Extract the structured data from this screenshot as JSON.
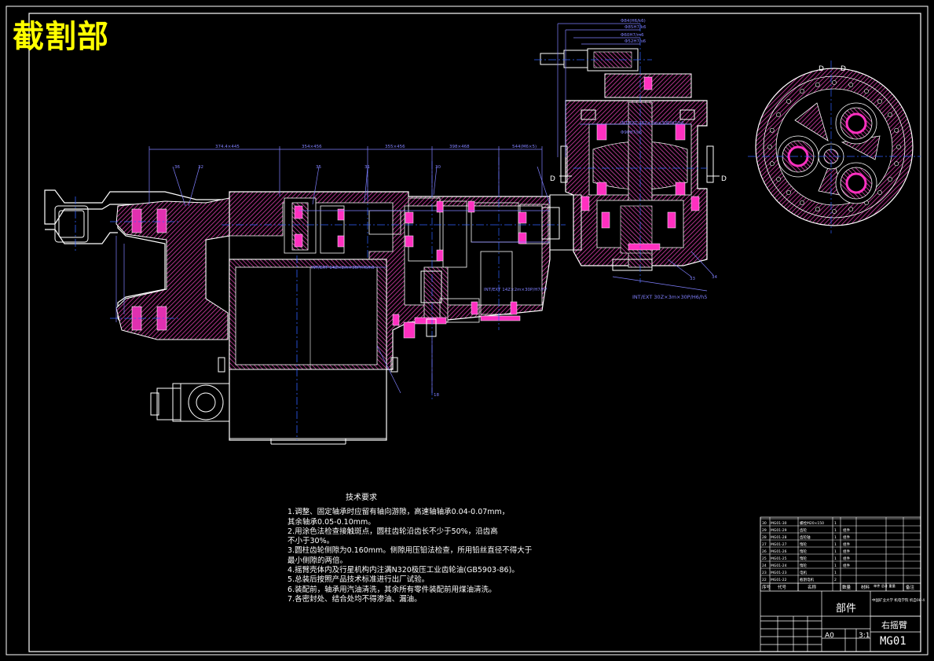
{
  "watermark": "截割部",
  "tech_requirements": {
    "title": "技术要求",
    "lines": [
      "1.调整、固定轴承时应留有轴向游隙，高速轴轴承0.04-0.07mm，",
      "  其余轴承0.05-0.10mm。",
      "2.用涂色法检查接触斑点，圆柱齿轮沿齿长不少于50%，沿齿高",
      "  不小于30%。",
      "3.圆柱齿轮侧隙为0.160mm。侧隙用压铅法检查，所用铅丝直径不得大于",
      "  最小侧隙的两倍。",
      "4.摇臂壳体内及行星机构内注满N320极压工业齿轮油(GB5903-86)。",
      "5.总装后按照产品技术标准进行出厂试验。",
      "6.装配前，轴承用汽油清洗，其余所有零件装配前用煤油清洗。",
      "7.各密封处、结合处均不得渗油、漏油。"
    ]
  },
  "section_labels": {
    "d1": "D",
    "d2": "D",
    "d3": "D",
    "d4": "D"
  },
  "title_block": {
    "drawing_type": "部件",
    "name": "右摇臂",
    "code": "MG01",
    "sheet_size": "A0",
    "scale": "3:1",
    "org": "中国矿业大学 机电学院 机自08-4"
  },
  "parts_list": {
    "rows": [
      {
        "no": "30",
        "code": "MG01-30",
        "name": "螺栓M20×150",
        "qty": "1",
        "note": ""
      },
      {
        "no": "29",
        "code": "MG01-29",
        "name": "齿轮",
        "qty": "1",
        "note": "组件"
      },
      {
        "no": "28",
        "code": "MG01-28",
        "name": "齿轮轴",
        "qty": "1",
        "note": "组件"
      },
      {
        "no": "27",
        "code": "MG01-27",
        "name": "惰轮",
        "qty": "1",
        "note": "组件"
      },
      {
        "no": "26",
        "code": "MG01-26",
        "name": "惰轮",
        "qty": "1",
        "note": "组件"
      },
      {
        "no": "25",
        "code": "MG01-25",
        "name": "惰轮",
        "qty": "1",
        "note": "组件"
      },
      {
        "no": "24",
        "code": "MG01-24",
        "name": "惰轮",
        "qty": "1",
        "note": "组件"
      },
      {
        "no": "23",
        "code": "MG01-23",
        "name": "电机",
        "qty": "1",
        "note": ""
      },
      {
        "no": "22",
        "code": "MG01-22",
        "name": "截割电机",
        "qty": "2",
        "note": ""
      }
    ],
    "headers": {
      "no": "序号",
      "code": "代号",
      "name": "名称",
      "qty": "数量",
      "mat": "材料",
      "wt": "单件 总计 重量",
      "note": "备注"
    }
  },
  "dimensions": {
    "top": [
      "Φ84(H6/k6)",
      "Φ85H7/k6",
      "Φ60H7/m6",
      "Φ52H7/s6",
      "Φ90H7/s6"
    ],
    "arm": [
      "374.4×445",
      "354×456",
      "355×456",
      "398×468",
      "544(M6×5)"
    ],
    "spline1": "INT/EXT 36Z×2m×30P/H7/h6",
    "spline2": "INT/EXT 30Z×3m×30P/H6/h5",
    "spline3": "INT/EXT 14Z×2m×30P/H6/h6",
    "spline4": "INT/EXT 14Z×2m×30P/H7/h7",
    "refs": [
      "36",
      "32",
      "35",
      "31",
      "30",
      "34",
      "33",
      "18"
    ]
  },
  "colors": {
    "outline": "#ffffff",
    "hatch": "#c8389c",
    "dim": "#8080ff",
    "bearing": "#ff30c0",
    "center": "#3060ff",
    "watermark": "#ffff00"
  }
}
